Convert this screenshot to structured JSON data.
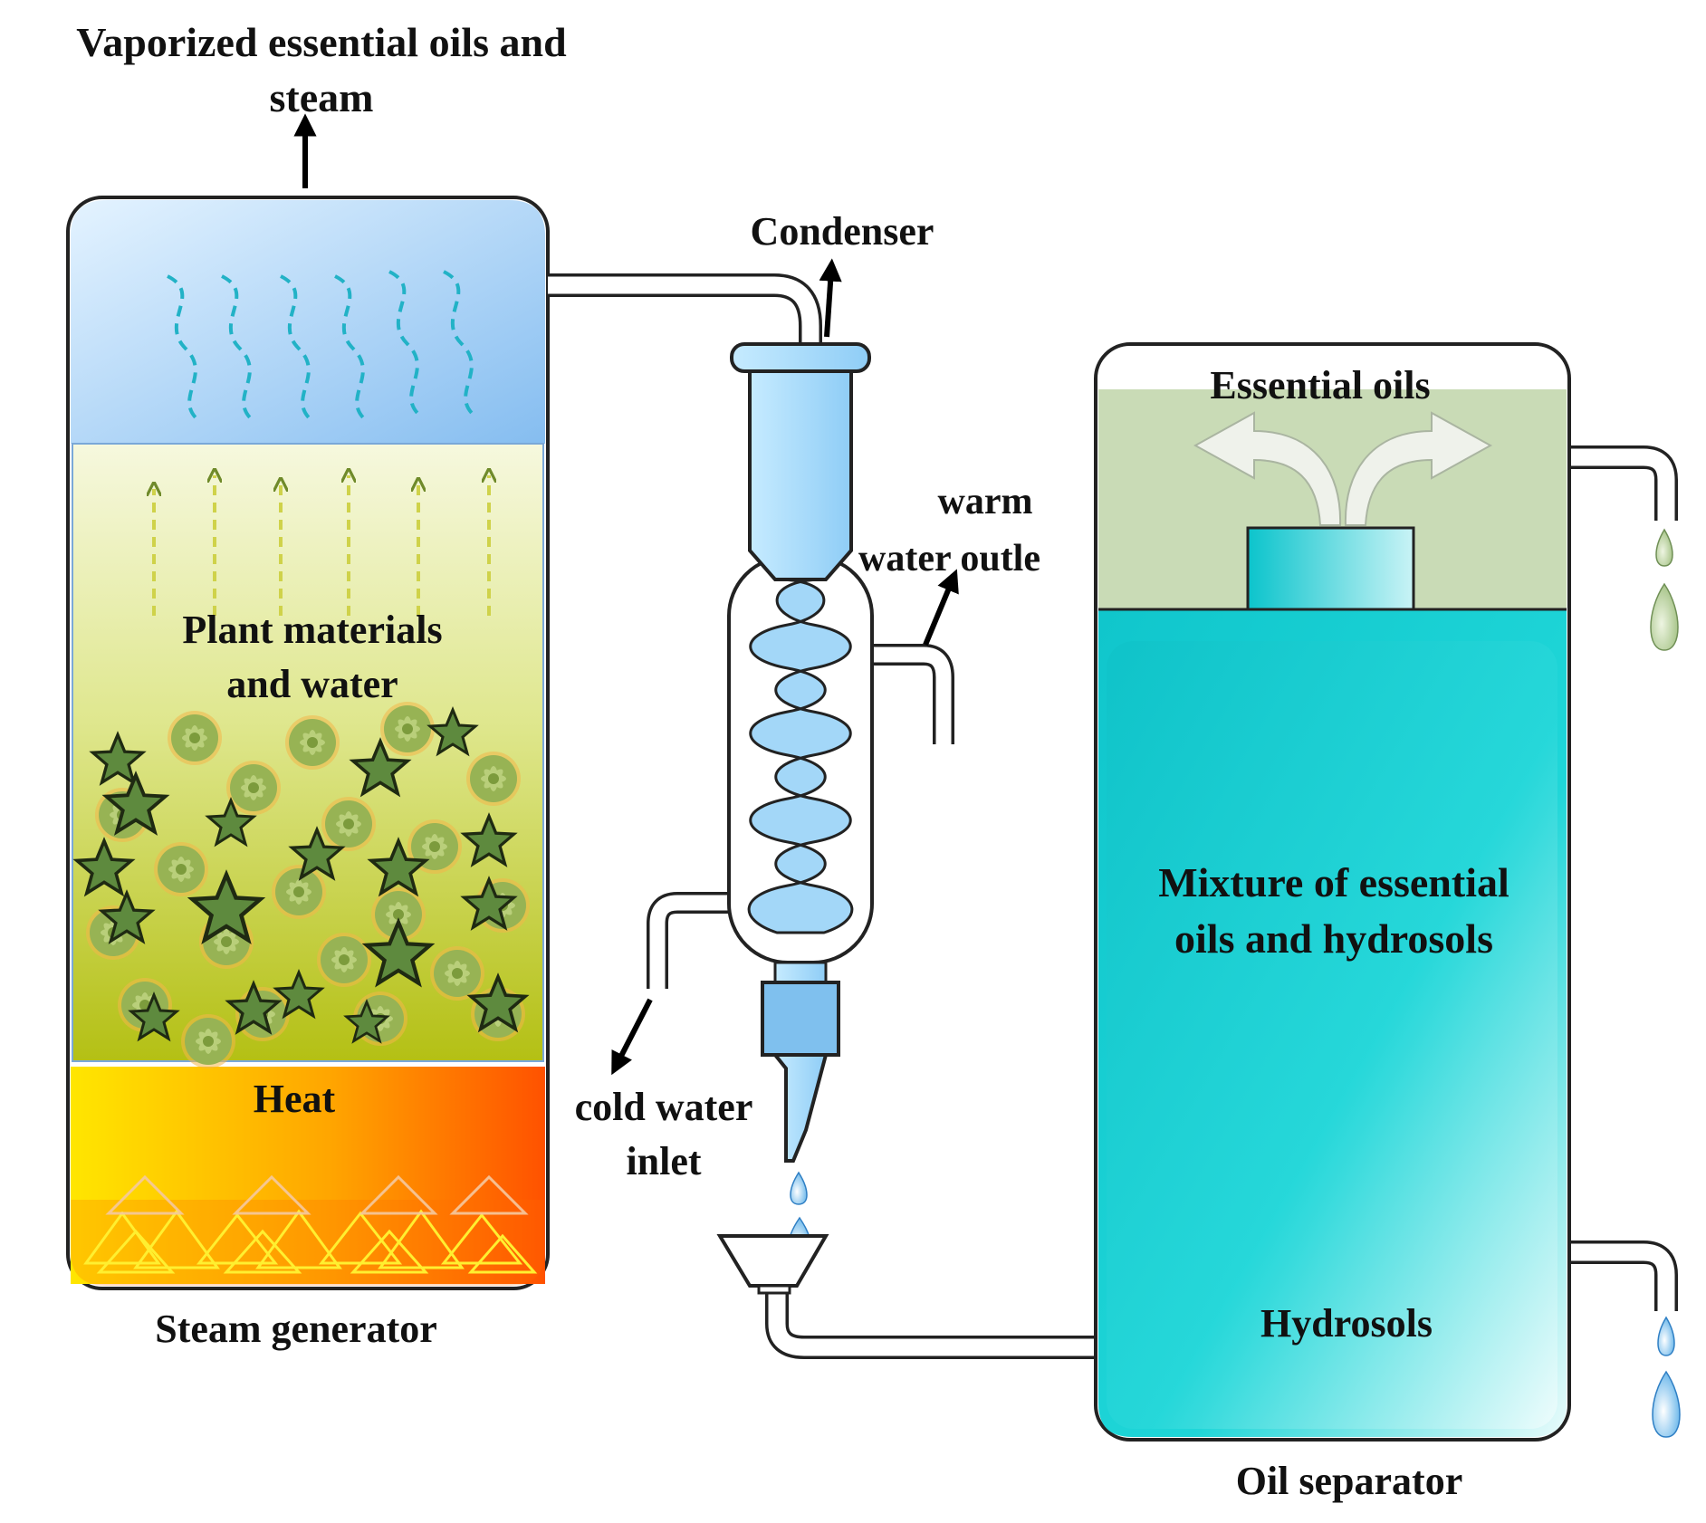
{
  "labels": {
    "vapor_line1": "Vaporized essential oils and",
    "vapor_line2": "steam",
    "condenser": "Condenser",
    "warm_line1": "warm",
    "warm_line2": "water outle",
    "plant_line1": "Plant materials",
    "plant_line2": "and water",
    "heat": "Heat",
    "cold_line1": "cold water",
    "cold_line2": "inlet",
    "steam_generator": "Steam generator",
    "essential_oils": "Essential oils",
    "mixture_line1": "Mixture of essential",
    "mixture_line2": "oils and hydrosols",
    "hydrosols": "Hydrosols",
    "oil_separator": "Oil separator"
  },
  "colors": {
    "steam_top": "#dcefff",
    "steam_bottom": "#88bff0",
    "steam_wave": "#28b4c8",
    "plant_top": "#f4f7d2",
    "plant_bottom": "#b6c218",
    "leaf_green": "#6f9a4a",
    "flower_green": "#97b354",
    "heat_yellow": "#ffe400",
    "heat_orange": "#ff5a00",
    "condenser_blue": "#a9dcfb",
    "oil_layer": "#c8dab4",
    "separator_cyan": "#1bd0d4",
    "drop_blue": "#59aee8",
    "drop_oil": "#a9c48c"
  }
}
